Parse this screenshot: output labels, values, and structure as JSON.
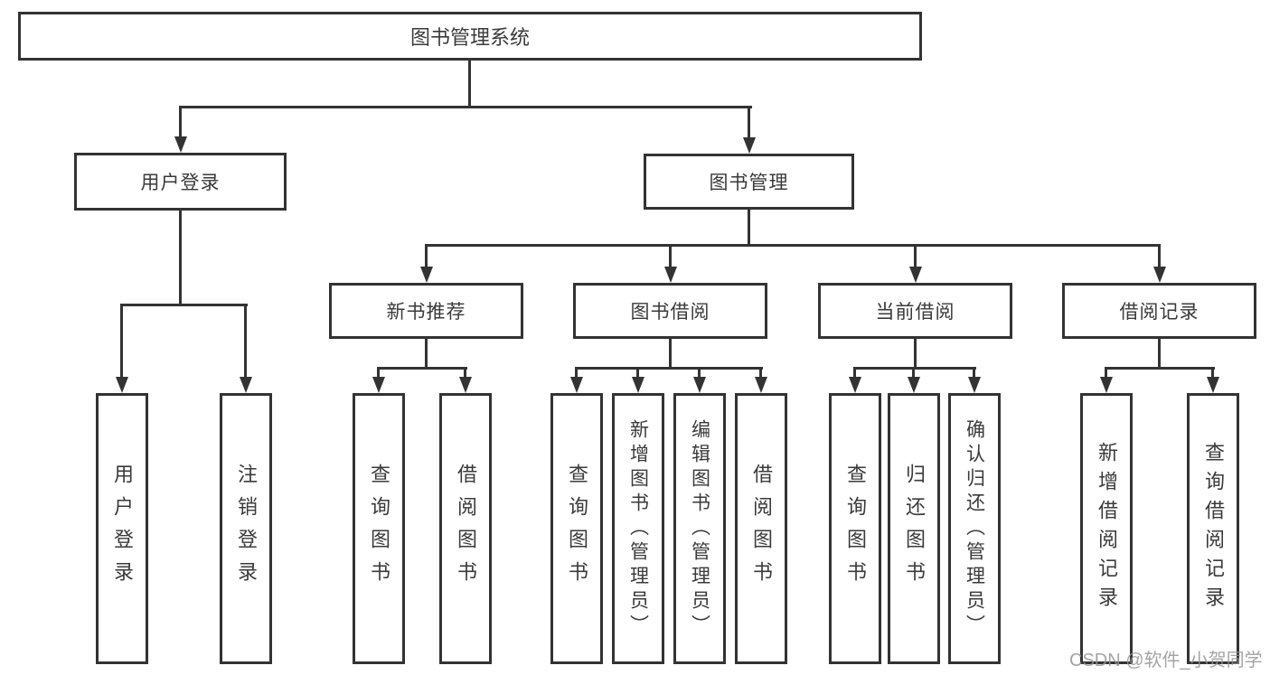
{
  "tree": {
    "label": "图书管理系统",
    "children": [
      {
        "label": "用户登录",
        "children": [
          {
            "label": "用户登录"
          },
          {
            "label": "注销登录"
          }
        ]
      },
      {
        "label": "图书管理",
        "children": [
          {
            "label": "新书推荐",
            "children": [
              {
                "label": "查询图书"
              },
              {
                "label": "借阅图书"
              }
            ]
          },
          {
            "label": "图书借阅",
            "children": [
              {
                "label": "查询图书"
              },
              {
                "label": "新增图书（管理员）"
              },
              {
                "label": "编辑图书（管理员）"
              },
              {
                "label": "借阅图书"
              }
            ]
          },
          {
            "label": "当前借阅",
            "children": [
              {
                "label": "查询图书"
              },
              {
                "label": "归还图书"
              },
              {
                "label": "确认归还（管理员）"
              }
            ]
          },
          {
            "label": "借阅记录",
            "children": [
              {
                "label": "新增借阅记录"
              },
              {
                "label": "查询借阅记录"
              }
            ]
          }
        ]
      }
    ]
  },
  "watermark": "CSDN @软件_小贺同学",
  "colors": {
    "line": "#333333",
    "text": "#3a3a3a",
    "watermark": "#949494",
    "background": "#ffffff"
  }
}
